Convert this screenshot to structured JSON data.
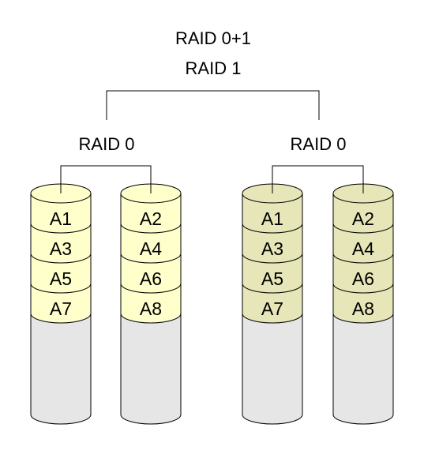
{
  "title": "RAID 0+1",
  "level_top": "RAID 1",
  "groups": [
    {
      "label": "RAID 0",
      "color": "#FFFFCC",
      "disks": [
        {
          "blocks": [
            "A1",
            "A3",
            "A5",
            "A7"
          ]
        },
        {
          "blocks": [
            "A2",
            "A4",
            "A6",
            "A8"
          ]
        }
      ]
    },
    {
      "label": "RAID 0",
      "color": "#E6E6B8",
      "disks": [
        {
          "blocks": [
            "A1",
            "A3",
            "A5",
            "A7"
          ]
        },
        {
          "blocks": [
            "A2",
            "A4",
            "A6",
            "A8"
          ]
        }
      ]
    }
  ],
  "disk_color": "#E6E6E6"
}
